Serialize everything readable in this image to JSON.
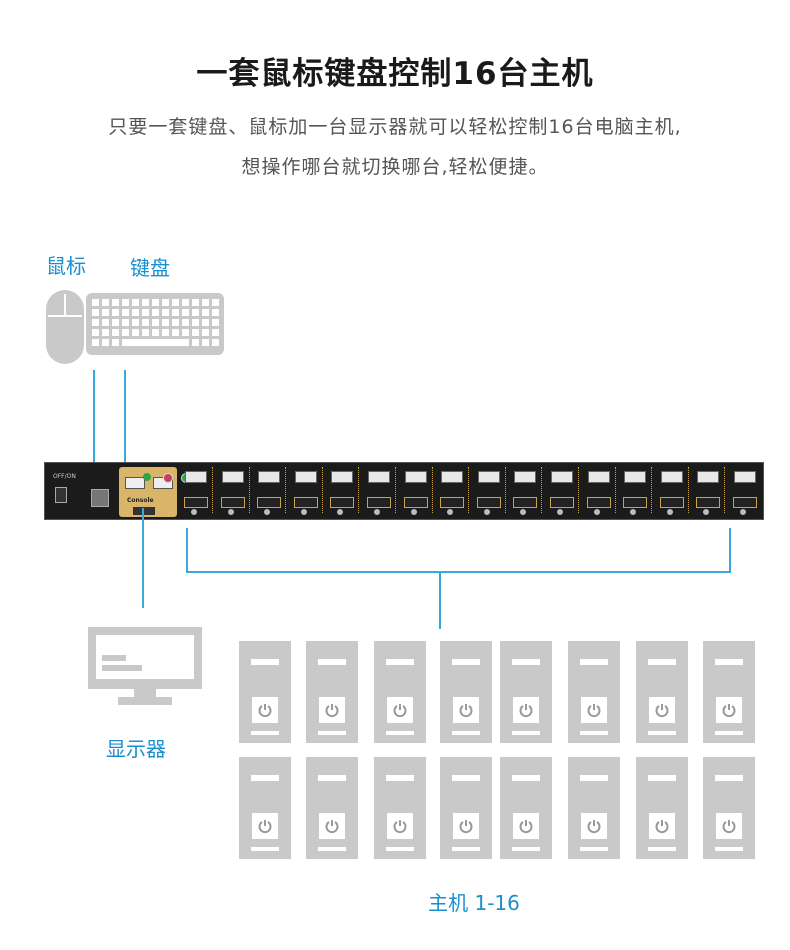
{
  "header": {
    "title": "一套鼠标键盘控制16台主机",
    "subtitle_line1": "只要一套键盘、鼠标加一台显示器就可以轻松控制16台电脑主机,",
    "subtitle_line2": "想操作哪台就切换哪台,轻松便捷。"
  },
  "labels": {
    "mouse": "鼠标",
    "keyboard": "键盘",
    "monitor": "显示器",
    "hosts": "主机 1-16"
  },
  "device": {
    "power_label": "OFF/ON",
    "console_label": "Console",
    "port_count": 16
  },
  "colors": {
    "accent": "#1a8fd0",
    "line": "#3aa7dd",
    "icon_gray": "#c9c9c9",
    "console_panel": "#d9b56a"
  },
  "icons": [
    "mouse-icon",
    "keyboard-icon",
    "monitor-icon",
    "host-computer-icon",
    "power-icon"
  ]
}
